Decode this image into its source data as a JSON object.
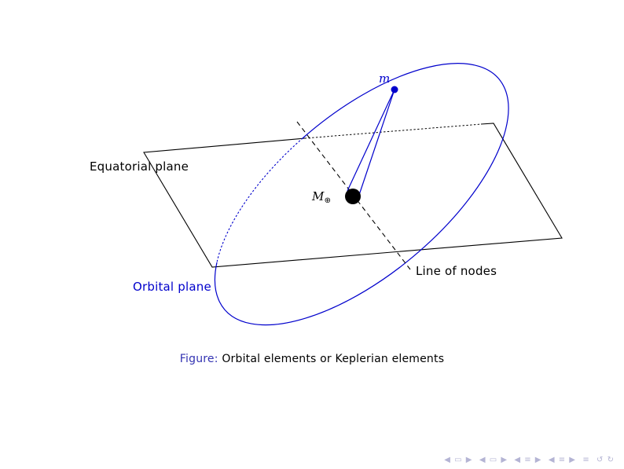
{
  "slide": {
    "background": "#ffffff"
  },
  "diagram": {
    "labels": {
      "equatorial_plane": "Equatorial plane",
      "orbital_plane": "Orbital plane",
      "line_of_nodes": "Line of nodes",
      "satellite": "m",
      "central_body_main": "M",
      "central_body_sub": "⊕"
    },
    "colors": {
      "orbit_blue": "#0000cc",
      "plane_black": "#000000"
    }
  },
  "caption": {
    "label": "Figure:",
    "text": "Orbital elements or Keplerian elements",
    "label_color": "#3333b2"
  },
  "nav": {
    "symbols": "◀ ▭ ▶  ◀ ▭ ▶  ◀ ≡ ▶  ◀ ≡ ▶  ≡  ↺ ↻",
    "color": "#b4b4d4"
  }
}
